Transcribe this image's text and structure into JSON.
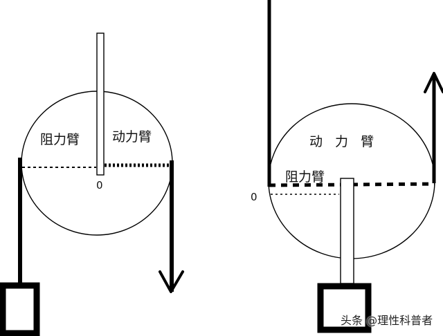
{
  "diagram": {
    "left_pulley": {
      "type": "fixed-pulley",
      "resistance_arm_label": "阻力臂",
      "effort_arm_label": "动力臂",
      "fulcrum_label": "0",
      "force_arrow_direction": "down"
    },
    "right_pulley": {
      "type": "movable-pulley",
      "effort_arm_label": "动 力 臂",
      "resistance_arm_label": "阻力臂",
      "fulcrum_label": "0",
      "force_arrow_direction": "up"
    },
    "colors": {
      "stroke": "#000000",
      "background": "#ffffff"
    }
  },
  "watermark": "头条 @理性科普者"
}
